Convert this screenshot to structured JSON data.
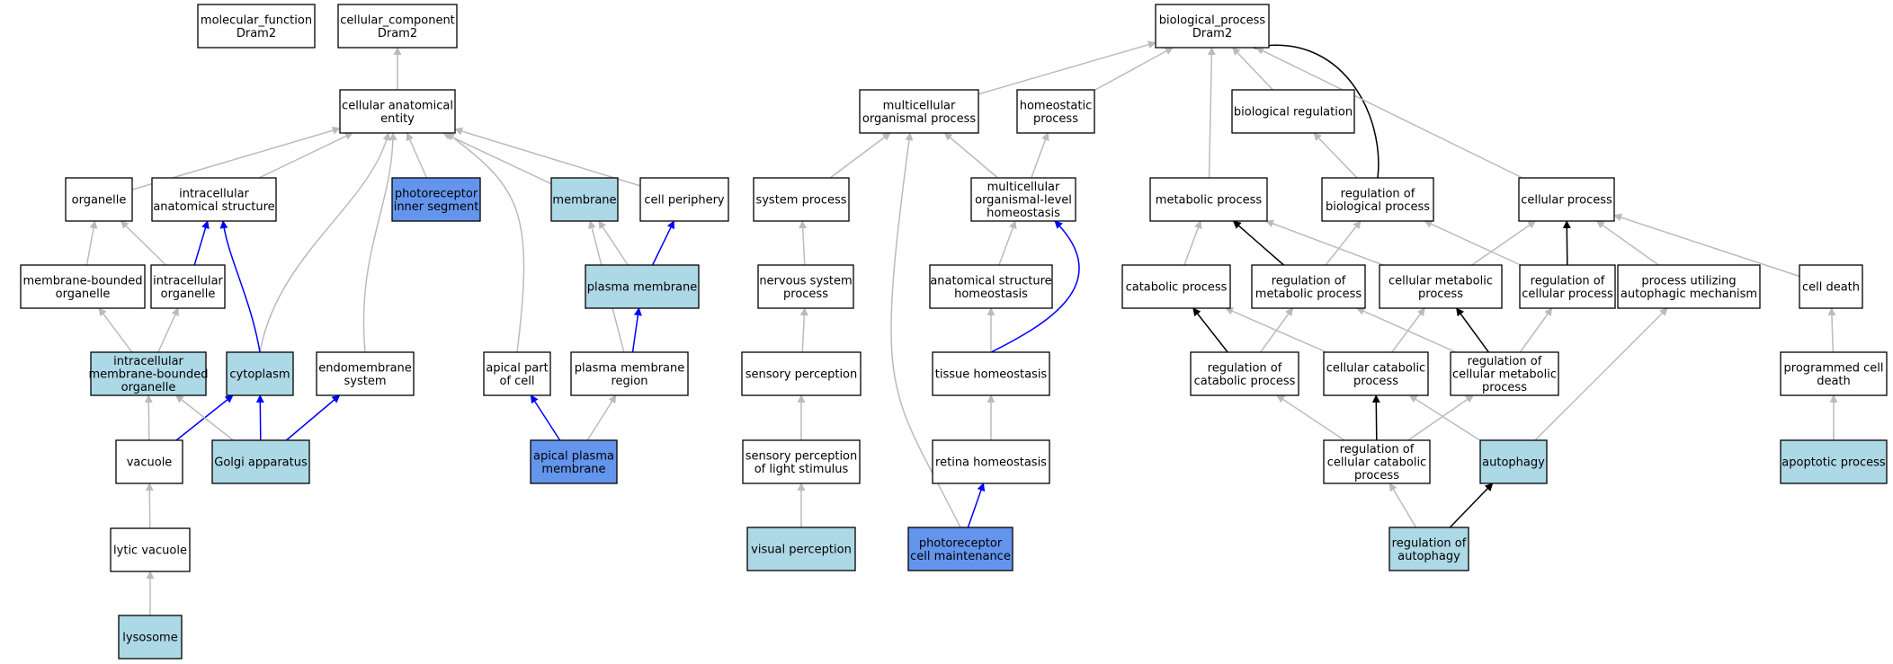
{
  "colors": {
    "none": "#ffffff",
    "light": "#add8e6",
    "dark": "#6495ed",
    "edge_gray": "#bbbbbb",
    "edge_black": "#000000",
    "edge_blue": "#0000ff"
  },
  "nodes": [
    {
      "id": "mf",
      "lines": [
        "molecular_function",
        "Dram2"
      ],
      "fill": "none"
    },
    {
      "id": "cc",
      "lines": [
        "cellular_component",
        "Dram2"
      ],
      "fill": "none"
    },
    {
      "id": "bp",
      "lines": [
        "biological_process",
        "Dram2"
      ],
      "fill": "none"
    },
    {
      "id": "cae",
      "lines": [
        "cellular anatomical",
        "entity"
      ],
      "fill": "none"
    },
    {
      "id": "organelle",
      "lines": [
        "organelle"
      ],
      "fill": "none"
    },
    {
      "id": "ias",
      "lines": [
        "intracellular",
        "anatomical structure"
      ],
      "fill": "none"
    },
    {
      "id": "pis",
      "lines": [
        "photoreceptor",
        "inner segment"
      ],
      "fill": "dark"
    },
    {
      "id": "membrane",
      "lines": [
        "membrane"
      ],
      "fill": "light"
    },
    {
      "id": "cperi",
      "lines": [
        "cell periphery"
      ],
      "fill": "none"
    },
    {
      "id": "mbo",
      "lines": [
        "membrane-bounded",
        "organelle"
      ],
      "fill": "none"
    },
    {
      "id": "io",
      "lines": [
        "intracellular",
        "organelle"
      ],
      "fill": "none"
    },
    {
      "id": "pm",
      "lines": [
        "plasma membrane"
      ],
      "fill": "light"
    },
    {
      "id": "imbo",
      "lines": [
        "intracellular",
        "membrane-bounded",
        "organelle"
      ],
      "fill": "light"
    },
    {
      "id": "cytoplasm",
      "lines": [
        "cytoplasm"
      ],
      "fill": "light"
    },
    {
      "id": "endo",
      "lines": [
        "endomembrane",
        "system"
      ],
      "fill": "none"
    },
    {
      "id": "apc",
      "lines": [
        "apical part",
        "of cell"
      ],
      "fill": "none"
    },
    {
      "id": "pmr",
      "lines": [
        "plasma membrane",
        "region"
      ],
      "fill": "none"
    },
    {
      "id": "vacuole",
      "lines": [
        "vacuole"
      ],
      "fill": "none"
    },
    {
      "id": "golgi",
      "lines": [
        "Golgi apparatus"
      ],
      "fill": "light"
    },
    {
      "id": "apm",
      "lines": [
        "apical plasma",
        "membrane"
      ],
      "fill": "dark"
    },
    {
      "id": "lytic",
      "lines": [
        "lytic vacuole"
      ],
      "fill": "none"
    },
    {
      "id": "lysosome",
      "lines": [
        "lysosome"
      ],
      "fill": "light"
    },
    {
      "id": "mop",
      "lines": [
        "multicellular",
        "organismal process"
      ],
      "fill": "none"
    },
    {
      "id": "homp",
      "lines": [
        "homeostatic",
        "process"
      ],
      "fill": "none"
    },
    {
      "id": "breg",
      "lines": [
        "biological regulation"
      ],
      "fill": "none"
    },
    {
      "id": "sysp",
      "lines": [
        "system process"
      ],
      "fill": "none"
    },
    {
      "id": "mlh",
      "lines": [
        "multicellular",
        "organismal-level",
        "homeostasis"
      ],
      "fill": "none"
    },
    {
      "id": "metp",
      "lines": [
        "metabolic process"
      ],
      "fill": "none"
    },
    {
      "id": "rbp",
      "lines": [
        "regulation of",
        "biological process"
      ],
      "fill": "none"
    },
    {
      "id": "cellp",
      "lines": [
        "cellular process"
      ],
      "fill": "none"
    },
    {
      "id": "nsp",
      "lines": [
        "nervous system",
        "process"
      ],
      "fill": "none"
    },
    {
      "id": "ash",
      "lines": [
        "anatomical structure",
        "homeostasis"
      ],
      "fill": "none"
    },
    {
      "id": "catp",
      "lines": [
        "catabolic process"
      ],
      "fill": "none"
    },
    {
      "id": "rmp",
      "lines": [
        "regulation of",
        "metabolic process"
      ],
      "fill": "none"
    },
    {
      "id": "cmp",
      "lines": [
        "cellular metabolic",
        "process"
      ],
      "fill": "none"
    },
    {
      "id": "rcp",
      "lines": [
        "regulation of",
        "cellular process"
      ],
      "fill": "none"
    },
    {
      "id": "puam",
      "lines": [
        "process utilizing",
        "autophagic mechanism"
      ],
      "fill": "none"
    },
    {
      "id": "cdeath",
      "lines": [
        "cell death"
      ],
      "fill": "none"
    },
    {
      "id": "sensp",
      "lines": [
        "sensory perception"
      ],
      "fill": "none"
    },
    {
      "id": "tissh",
      "lines": [
        "tissue homeostasis"
      ],
      "fill": "none"
    },
    {
      "id": "rcatp",
      "lines": [
        "regulation of",
        "catabolic process"
      ],
      "fill": "none"
    },
    {
      "id": "ccp",
      "lines": [
        "cellular catabolic",
        "process"
      ],
      "fill": "none"
    },
    {
      "id": "rcmp",
      "lines": [
        "regulation of",
        "cellular metabolic",
        "process"
      ],
      "fill": "none"
    },
    {
      "id": "pcd",
      "lines": [
        "programmed cell",
        "death"
      ],
      "fill": "none"
    },
    {
      "id": "spls",
      "lines": [
        "sensory perception",
        "of light stimulus"
      ],
      "fill": "none"
    },
    {
      "id": "reth",
      "lines": [
        "retina homeostasis"
      ],
      "fill": "none"
    },
    {
      "id": "rccp",
      "lines": [
        "regulation of",
        "cellular catabolic",
        "process"
      ],
      "fill": "none"
    },
    {
      "id": "autophagy",
      "lines": [
        "autophagy"
      ],
      "fill": "light"
    },
    {
      "id": "apop",
      "lines": [
        "apoptotic process"
      ],
      "fill": "light"
    },
    {
      "id": "visp",
      "lines": [
        "visual perception"
      ],
      "fill": "light"
    },
    {
      "id": "pcm",
      "lines": [
        "photoreceptor",
        "cell maintenance"
      ],
      "fill": "dark"
    },
    {
      "id": "raut",
      "lines": [
        "regulation of",
        "autophagy"
      ],
      "fill": "light"
    }
  ],
  "edges": [
    {
      "from": "cae",
      "to": "cc",
      "color": "edge_gray"
    },
    {
      "from": "organelle",
      "to": "cae",
      "color": "edge_gray"
    },
    {
      "from": "ias",
      "to": "cae",
      "color": "edge_gray"
    },
    {
      "from": "pis",
      "to": "cae",
      "color": "edge_gray"
    },
    {
      "from": "membrane",
      "to": "cae",
      "color": "edge_gray"
    },
    {
      "from": "cperi",
      "to": "cae",
      "color": "edge_gray"
    },
    {
      "from": "cytoplasm",
      "to": "cae",
      "color": "edge_gray"
    },
    {
      "from": "endo",
      "to": "cae",
      "color": "edge_gray"
    },
    {
      "from": "apc",
      "to": "cae",
      "color": "edge_gray"
    },
    {
      "from": "mbo",
      "to": "organelle",
      "color": "edge_gray"
    },
    {
      "from": "io",
      "to": "organelle",
      "color": "edge_gray"
    },
    {
      "from": "io",
      "to": "ias",
      "color": "edge_blue"
    },
    {
      "from": "imbo",
      "to": "mbo",
      "color": "edge_gray"
    },
    {
      "from": "imbo",
      "to": "io",
      "color": "edge_gray"
    },
    {
      "from": "cytoplasm",
      "to": "ias",
      "color": "edge_blue"
    },
    {
      "from": "pm",
      "to": "membrane",
      "color": "edge_gray"
    },
    {
      "from": "pm",
      "to": "cperi",
      "color": "edge_blue"
    },
    {
      "from": "pmr",
      "to": "membrane",
      "color": "edge_gray"
    },
    {
      "from": "pmr",
      "to": "pm",
      "color": "edge_blue"
    },
    {
      "from": "vacuole",
      "to": "imbo",
      "color": "edge_gray"
    },
    {
      "from": "vacuole",
      "to": "cytoplasm",
      "color": "edge_blue"
    },
    {
      "from": "golgi",
      "to": "imbo",
      "color": "edge_gray"
    },
    {
      "from": "golgi",
      "to": "cytoplasm",
      "color": "edge_blue"
    },
    {
      "from": "golgi",
      "to": "endo",
      "color": "edge_blue"
    },
    {
      "from": "apm",
      "to": "apc",
      "color": "edge_blue"
    },
    {
      "from": "apm",
      "to": "pmr",
      "color": "edge_gray"
    },
    {
      "from": "lytic",
      "to": "vacuole",
      "color": "edge_gray"
    },
    {
      "from": "lysosome",
      "to": "lytic",
      "color": "edge_gray"
    },
    {
      "from": "mop",
      "to": "bp",
      "color": "edge_gray"
    },
    {
      "from": "homp",
      "to": "bp",
      "color": "edge_gray"
    },
    {
      "from": "breg",
      "to": "bp",
      "color": "edge_gray"
    },
    {
      "from": "metp",
      "to": "bp",
      "color": "edge_gray"
    },
    {
      "from": "rbp",
      "to": "bp",
      "color": "edge_black"
    },
    {
      "from": "cellp",
      "to": "bp",
      "color": "edge_gray"
    },
    {
      "from": "sysp",
      "to": "mop",
      "color": "edge_gray"
    },
    {
      "from": "mlh",
      "to": "mop",
      "color": "edge_gray"
    },
    {
      "from": "mlh",
      "to": "homp",
      "color": "edge_gray"
    },
    {
      "from": "rbp",
      "to": "breg",
      "color": "edge_gray"
    },
    {
      "from": "nsp",
      "to": "sysp",
      "color": "edge_gray"
    },
    {
      "from": "ash",
      "to": "mlh",
      "color": "edge_gray"
    },
    {
      "from": "tissh",
      "to": "mlh",
      "color": "edge_blue"
    },
    {
      "from": "catp",
      "to": "metp",
      "color": "edge_gray"
    },
    {
      "from": "rmp",
      "to": "metp",
      "color": "edge_black"
    },
    {
      "from": "rmp",
      "to": "rbp",
      "color": "edge_gray"
    },
    {
      "from": "cmp",
      "to": "metp",
      "color": "edge_gray"
    },
    {
      "from": "cmp",
      "to": "cellp",
      "color": "edge_gray"
    },
    {
      "from": "rcp",
      "to": "rbp",
      "color": "edge_gray"
    },
    {
      "from": "rcp",
      "to": "cellp",
      "color": "edge_black"
    },
    {
      "from": "puam",
      "to": "cellp",
      "color": "edge_gray"
    },
    {
      "from": "cdeath",
      "to": "cellp",
      "color": "edge_gray"
    },
    {
      "from": "sensp",
      "to": "nsp",
      "color": "edge_gray"
    },
    {
      "from": "tissh",
      "to": "ash",
      "color": "edge_gray"
    },
    {
      "from": "rcatp",
      "to": "catp",
      "color": "edge_black"
    },
    {
      "from": "rcatp",
      "to": "rmp",
      "color": "edge_gray"
    },
    {
      "from": "ccp",
      "to": "catp",
      "color": "edge_gray"
    },
    {
      "from": "ccp",
      "to": "cmp",
      "color": "edge_gray"
    },
    {
      "from": "rcmp",
      "to": "rmp",
      "color": "edge_gray"
    },
    {
      "from": "rcmp",
      "to": "cmp",
      "color": "edge_black"
    },
    {
      "from": "rcmp",
      "to": "rcp",
      "color": "edge_gray"
    },
    {
      "from": "pcd",
      "to": "cdeath",
      "color": "edge_gray"
    },
    {
      "from": "spls",
      "to": "sensp",
      "color": "edge_gray"
    },
    {
      "from": "reth",
      "to": "tissh",
      "color": "edge_gray"
    },
    {
      "from": "rccp",
      "to": "rcatp",
      "color": "edge_gray"
    },
    {
      "from": "rccp",
      "to": "ccp",
      "color": "edge_black"
    },
    {
      "from": "rccp",
      "to": "rcmp",
      "color": "edge_gray"
    },
    {
      "from": "autophagy",
      "to": "ccp",
      "color": "edge_gray"
    },
    {
      "from": "autophagy",
      "to": "puam",
      "color": "edge_gray"
    },
    {
      "from": "apop",
      "to": "pcd",
      "color": "edge_gray"
    },
    {
      "from": "visp",
      "to": "spls",
      "color": "edge_gray"
    },
    {
      "from": "pcm",
      "to": "reth",
      "color": "edge_blue"
    },
    {
      "from": "pcm",
      "to": "mop",
      "color": "edge_gray"
    },
    {
      "from": "raut",
      "to": "rccp",
      "color": "edge_gray"
    },
    {
      "from": "raut",
      "to": "autophagy",
      "color": "edge_black"
    }
  ]
}
